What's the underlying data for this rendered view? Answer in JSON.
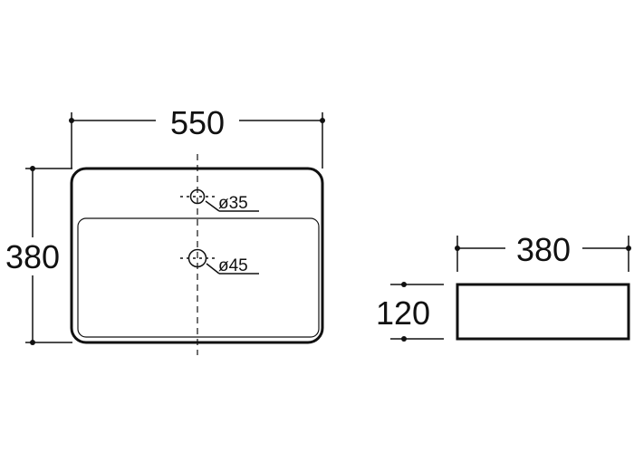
{
  "top_view": {
    "width_dim": "550",
    "height_dim": "380",
    "tap_hole_label": "ø35",
    "drain_hole_label": "ø45"
  },
  "side_view": {
    "width_dim": "380",
    "height_dim": "120"
  },
  "colors": {
    "line": "#111111",
    "background": "#ffffff"
  }
}
